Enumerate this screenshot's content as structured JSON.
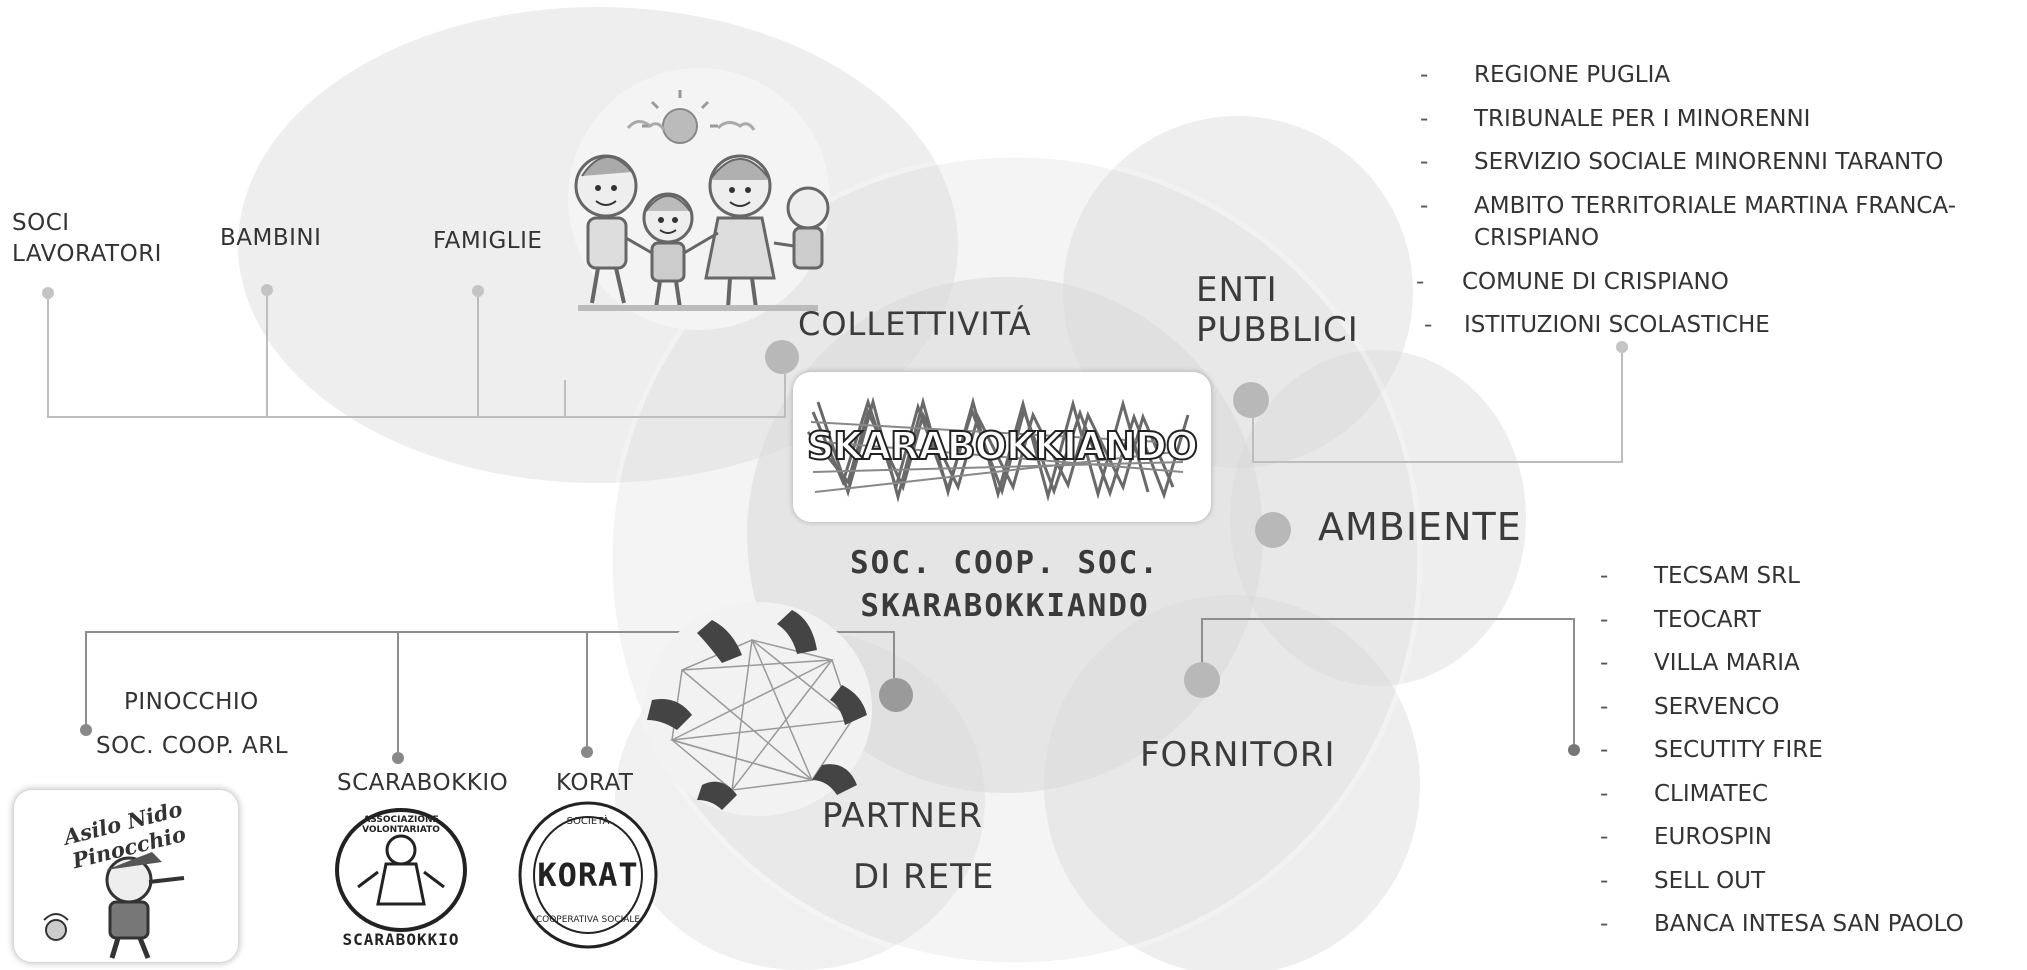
{
  "center": {
    "logo_text": "SKARABOKKIANDO",
    "line1": "SOC. COOP. SOC.",
    "line2": "SKARABOKKIANDO"
  },
  "nodes": {
    "collettivita": "COLLETTIVITÁ",
    "enti_pubblici_1": "ENTI",
    "enti_pubblici_2": "PUBBLICI",
    "ambiente": "AMBIENTE",
    "fornitori": "FORNITORI",
    "partner_1": "PARTNER",
    "partner_2": "DI RETE"
  },
  "collettivita_items": {
    "soci_1": "SOCI",
    "soci_2": "LAVORATORI",
    "bambini": "BAMBINI",
    "famiglie": "FAMIGLIE"
  },
  "enti_list": [
    {
      "dash": "-",
      "text": "REGIONE PUGLIA"
    },
    {
      "dash": "-",
      "text": "TRIBUNALE PER I MINORENNI"
    },
    {
      "dash": "-",
      "text": "SERVIZIO SOCIALE MINORENNI TARANTO"
    },
    {
      "dash": "-",
      "text": "AMBITO TERRITORIALE MARTINA FRANCA-",
      "text2": "CRISPIANO"
    },
    {
      "dash": "-",
      "text": "COMUNE DI CRISPIANO"
    },
    {
      "dash": "-",
      "text": "ISTITUZIONI SCOLASTICHE"
    }
  ],
  "fornitori_list": [
    {
      "dash": "-",
      "text": "TECSAM SRL"
    },
    {
      "dash": "-",
      "text": "TEOCART"
    },
    {
      "dash": "-",
      "text": "VILLA MARIA"
    },
    {
      "dash": "-",
      "text": "SERVENCO"
    },
    {
      "dash": "-",
      "text": "SECUTITY FIRE"
    },
    {
      "dash": "-",
      "text": "CLIMATEC"
    },
    {
      "dash": "-",
      "text": "EUROSPIN"
    },
    {
      "dash": "-",
      "text": "SELL OUT"
    },
    {
      "dash": "-",
      "text": "BANCA INTESA SAN PAOLO"
    }
  ],
  "partners": {
    "pinocchio_1": "PINOCCHIO",
    "pinocchio_2": "SOC. COOP. ARL",
    "pinocchio_logo": "Asilo Nido Pinocchio",
    "scarabokkio": "SCARABOKKIO",
    "scarabokkio_logo_top": "ASSOCIAZIONE VOLONTARIATO",
    "scarabokkio_logo_bottom": "SCARABOKKIO",
    "korat": "KORAT",
    "korat_logo": "KORAT",
    "korat_logo_top": "SOCIETÀ",
    "korat_logo_bottom": "COOPERATIVA SOCIALE"
  },
  "icons": {
    "children_illustration": "children-family-icon",
    "hands_network": "hands-network-icon"
  }
}
